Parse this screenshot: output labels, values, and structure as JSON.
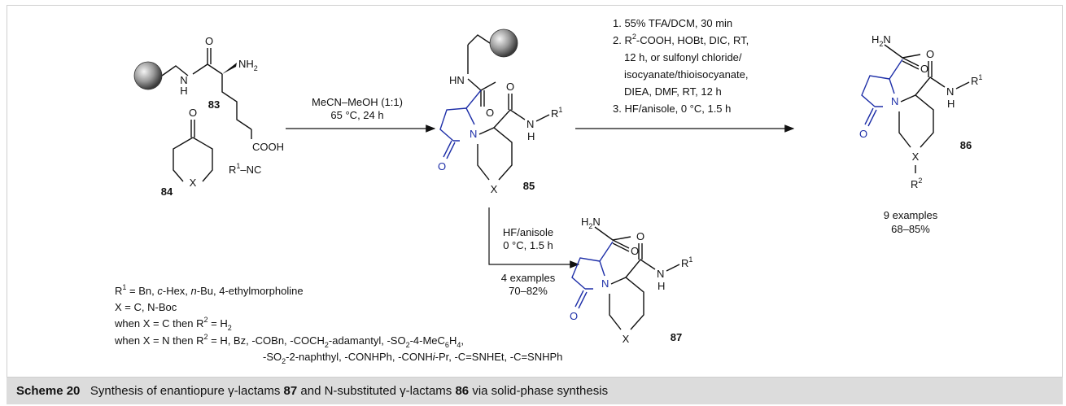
{
  "caption": {
    "label": "Scheme 20",
    "text_1": "Synthesis of enantiopure γ-lactams ",
    "num_1": "87",
    "text_2": " and N-substituted γ-lactams ",
    "num_2": "86",
    "text_3": " via solid-phase synthesis"
  },
  "compounds": {
    "c83": "83",
    "c84": "84",
    "c85": "85",
    "c86": "86",
    "c87": "87"
  },
  "atoms": {
    "O": "O",
    "H": "H",
    "N": "N",
    "NH2": "NH",
    "NH2_sub": "2",
    "HN": "HN",
    "H2N": "H",
    "H2N_sub": "2",
    "H2N_N": "N",
    "COOH": "COOH",
    "X": "X",
    "R1": "R",
    "R1_sup": "1",
    "R2": "R",
    "R2_sup": "2",
    "isonitrile": "–NC"
  },
  "conditions": {
    "step1_line1": "MeCN–MeOH (1:1)",
    "step1_line2": "65 °C, 24 h",
    "top_lines": [
      "1. 55% TFA/DCM, 30 min",
      "2. R",
      "-COOH, HOBt, DIC, RT,",
      "12 h, or sulfonyl chloride/",
      "isocyanate/thioisocyanate,",
      "DIEA, DMF, RT, 12 h",
      "3. HF/anisole,  0 °C, 1.5 h"
    ],
    "down_line1": "HF/anisole",
    "down_line2": "0 °C, 1.5 h"
  },
  "results": {
    "r86_examples": "9 examples",
    "r86_yield": "68–85%",
    "r87_examples": "4 examples",
    "r87_yield": "70–82%"
  },
  "definitions": {
    "r1_prefix": " = Bn, ",
    "r1_chex_c": "c",
    "r1_chex": "-Hex, ",
    "r1_nbu_n": "n",
    "r1_nbu": "-Bu, 4-ethylmorpholine",
    "x_line": "X = C, N-Boc",
    "when_c": "when X = C then R",
    "when_c_eq": " = H",
    "when_c_sub": "2",
    "when_n": "when X = N then R",
    "when_n_list1": " = H, Bz, -COBn, -COCH",
    "when_n_sub2": "2",
    "when_n_list2": "-adamantyl, -SO",
    "when_n_list3": "-4-MeC",
    "when_n_sub6": "6",
    "when_n_list4": "H",
    "when_n_sub4": "4",
    "when_n_list5": ",",
    "line2_a": "-SO",
    "line2_b": "-2-naphthyl, -CONHPh, -CONH",
    "line2_i": "i",
    "line2_c": "-Pr, -C=SNHEt, -C=SNHPh"
  }
}
